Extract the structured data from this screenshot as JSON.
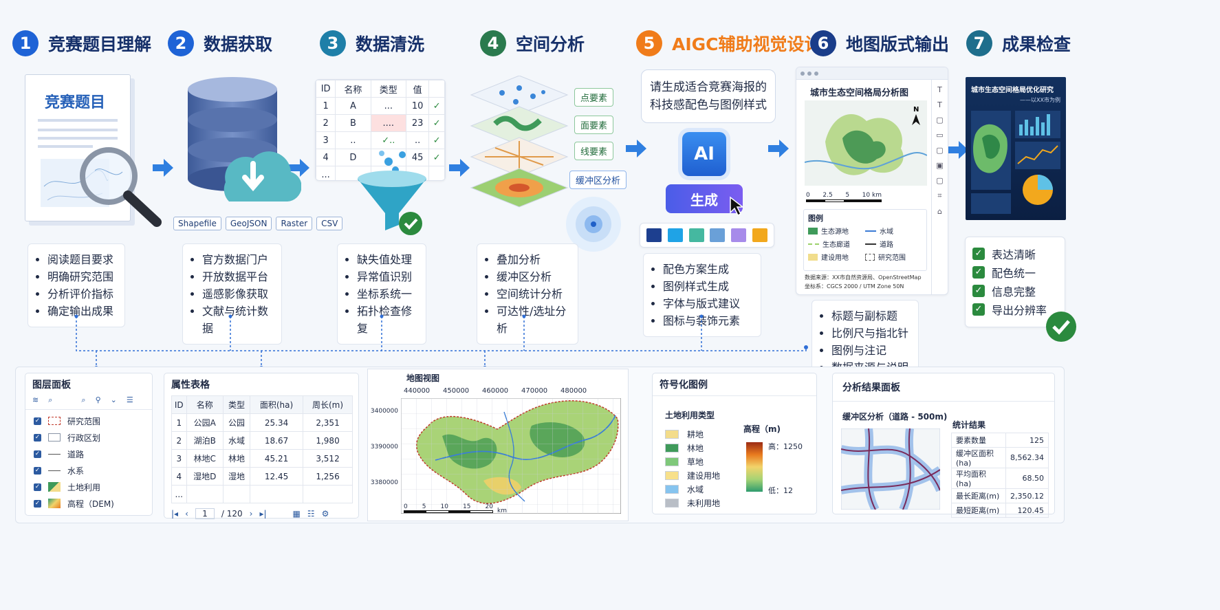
{
  "steps": [
    {
      "num": "1",
      "title": "竞赛题目理解",
      "color": "#1e63d6"
    },
    {
      "num": "2",
      "title": "数据获取",
      "color": "#1e63d6"
    },
    {
      "num": "3",
      "title": "数据清洗",
      "color": "#1e7fa8"
    },
    {
      "num": "4",
      "title": "空间分析",
      "color": "#2a7a4e"
    },
    {
      "num": "5",
      "title": "AIGC辅助视觉设计",
      "color": "#f07c1a"
    },
    {
      "num": "6",
      "title": "地图版式输出",
      "color": "#1a3d8a"
    },
    {
      "num": "7",
      "title": "成果检查",
      "color": "#1e6e8c"
    }
  ],
  "step1": {
    "doc_title": "竞赛题目",
    "bullets": [
      "阅读题目要求",
      "明确研究范围",
      "分析评价指标",
      "确定输出成果"
    ]
  },
  "step2": {
    "tags": [
      "Shapefile",
      "GeoJSON",
      "Raster",
      "CSV"
    ],
    "bullets": [
      "官方数据门户",
      "开放数据平台",
      "遥感影像获取",
      "文献与统计数据"
    ]
  },
  "step3": {
    "headers": [
      "ID",
      "名称",
      "类型",
      "值"
    ],
    "rows": [
      [
        "1",
        "A",
        "...",
        "10",
        "✓"
      ],
      [
        "2",
        "B",
        "....",
        "23",
        "✓"
      ],
      [
        "3",
        "..",
        "✓..",
        "..",
        "✓"
      ],
      [
        "4",
        "D",
        "..",
        "45",
        "✓"
      ],
      [
        "...",
        "",
        "",
        "",
        ""
      ]
    ],
    "bullets": [
      "缺失值处理",
      "异常值识别",
      "坐标系统一",
      "拓扑检查修复"
    ]
  },
  "step4": {
    "labels": [
      "点要素",
      "面要素",
      "线要素",
      "缓冲区分析"
    ],
    "bullets": [
      "叠加分析",
      "缓冲区分析",
      "空间统计分析",
      "可达性/选址分析"
    ]
  },
  "step5": {
    "prompt_line1": "请生成适合竞赛海报的",
    "prompt_line2": "科技感配色与图例样式",
    "chip": "AI",
    "button": "生成",
    "swatches": [
      "#1d3f8f",
      "#1fa3e6",
      "#45b8a0",
      "#6aa0d8",
      "#a78bea",
      "#f2a81d"
    ],
    "bullets": [
      "配色方案生成",
      "图例样式生成",
      "字体与版式建议",
      "图标与装饰元素"
    ]
  },
  "step6": {
    "map_title": "城市生态空间格局分析图",
    "north": "N",
    "scale": [
      "0",
      "2.5",
      "5",
      "10 km"
    ],
    "legend_title": "图例",
    "legend": [
      {
        "label": "生态源地",
        "color": "#3f9a5a",
        "kind": "fill"
      },
      {
        "label": "水域",
        "color": "#3a7bd5",
        "kind": "line"
      },
      {
        "label": "生态廊道",
        "color": "#9bd16a",
        "kind": "dash"
      },
      {
        "label": "道路",
        "color": "#333333",
        "kind": "line"
      },
      {
        "label": "建设用地",
        "color": "#f1dd8c",
        "kind": "fill"
      },
      {
        "label": "研究范围",
        "color": "#555555",
        "kind": "dashbox"
      }
    ],
    "source1": "数据来源：XX市自然资源局、OpenStreetMap",
    "source2": "坐标系：CGCS 2000 / UTM Zone 50N",
    "tools": [
      "T",
      "T",
      "▢",
      "▭",
      "▢",
      "▣",
      "▢",
      "⌗",
      "⌂"
    ],
    "bullets": [
      "标题与副标题",
      "比例尺与指北针",
      "图例与注记",
      "数据来源与说明"
    ]
  },
  "step7": {
    "poster_title": "城市生态空间格局优化研究",
    "poster_sub": "——以XX市为例",
    "checks": [
      "表达清晰",
      "配色统一",
      "信息完整",
      "导出分辨率"
    ]
  },
  "layers": {
    "title": "图层面板",
    "items": [
      {
        "label": "研究范围",
        "sym": "redbox"
      },
      {
        "label": "行政区划",
        "sym": "box"
      },
      {
        "label": "道路",
        "sym": "line"
      },
      {
        "label": "水系",
        "sym": "line"
      },
      {
        "label": "土地利用",
        "sym": "land"
      },
      {
        "label": "高程（DEM)",
        "sym": "dem"
      }
    ]
  },
  "attr": {
    "title": "属性表格",
    "headers": [
      "ID",
      "名称",
      "类型",
      "面积(ha)",
      "周长(m)"
    ],
    "rows": [
      [
        "1",
        "公园A",
        "公园",
        "25.34",
        "2,351"
      ],
      [
        "2",
        "湖泊B",
        "水域",
        "18.67",
        "1,980"
      ],
      [
        "3",
        "林地C",
        "林地",
        "45.21",
        "3,512"
      ],
      [
        "4",
        "湿地D",
        "湿地",
        "12.45",
        "1,256"
      ],
      [
        "...",
        "",
        "",
        "",
        ""
      ]
    ],
    "page": "1",
    "total": "/ 120"
  },
  "mapview": {
    "title": "地图视图",
    "xticks": [
      "440000",
      "450000",
      "460000",
      "470000",
      "480000"
    ],
    "yticks": [
      "3400000",
      "3390000",
      "3380000"
    ],
    "scale": [
      "0",
      "5",
      "10",
      "15",
      "20"
    ],
    "unit": "km"
  },
  "symlegend": {
    "title": "符号化图例",
    "land_title": "土地利用类型",
    "land": [
      {
        "label": "耕地",
        "color": "#f3dc8a"
      },
      {
        "label": "林地",
        "color": "#3f9a5a"
      },
      {
        "label": "草地",
        "color": "#7fc87a"
      },
      {
        "label": "建设用地",
        "color": "#f7e08a"
      },
      {
        "label": "水域",
        "color": "#86c4ef"
      },
      {
        "label": "未利用地",
        "color": "#b9bec6"
      }
    ],
    "elev_title": "高程（m)",
    "high": "高：1250",
    "low": "低：12"
  },
  "results": {
    "title": "分析结果面板",
    "sub": "缓冲区分析（道路 - 500m)",
    "stats_title": "统计结果",
    "stats": [
      [
        "要素数量",
        "125"
      ],
      [
        "缓冲区面积(ha)",
        "8,562.34"
      ],
      [
        "平均面积(ha)",
        "68.50"
      ],
      [
        "最长距离(m)",
        "2,350.12"
      ],
      [
        "最短距离(m)",
        "120.45"
      ]
    ]
  }
}
